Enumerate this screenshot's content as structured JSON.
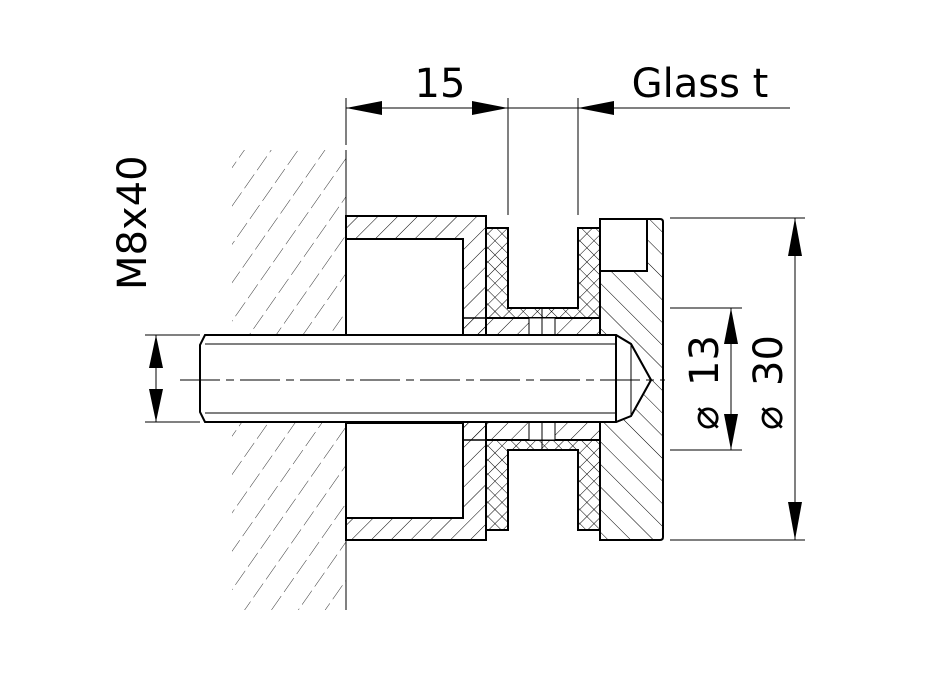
{
  "drawing": {
    "dim_offset": "15",
    "dim_glass": "Glass t",
    "dim_bolt": "M8x40",
    "dim_inner_diameter": "13",
    "dim_outer_diameter": "30",
    "diameter_symbol": "⌀"
  }
}
